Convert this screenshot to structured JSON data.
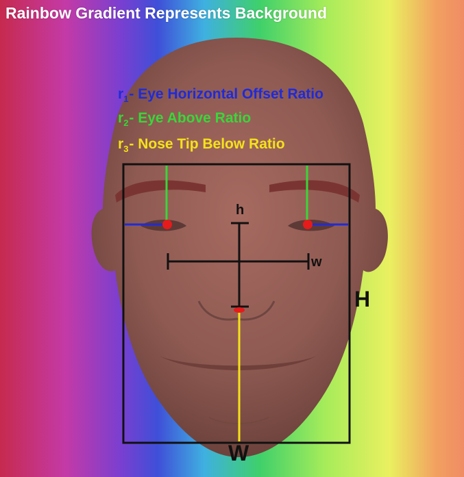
{
  "background_title": "Rainbow Gradient Represents Background",
  "legend": [
    {
      "symbol": "r",
      "subscript": "1",
      "text": "- Eye Horizontal Offset Ratio",
      "color": "#1f2bd9"
    },
    {
      "symbol": "r",
      "subscript": "2",
      "text": "- Eye Above Ratio",
      "color": "#3ad63a"
    },
    {
      "symbol": "r",
      "subscript": "3",
      "text": "- Nose Tip Below Ratio",
      "color": "#f5e21a"
    }
  ],
  "dimension_labels": {
    "small_h": "h",
    "small_w": "w",
    "big_H": "H",
    "big_W": "W"
  },
  "colors": {
    "face": "#8e5a52",
    "eyebrow": "#7a3532",
    "bounding_box": "#111111",
    "eye_marker": "#e51b1b",
    "nose_marker": "#e51b1b",
    "eye_offset_line": "#1f2bd9",
    "eye_above_line": "#3ad63a",
    "nose_below_line": "#f5e21a"
  }
}
